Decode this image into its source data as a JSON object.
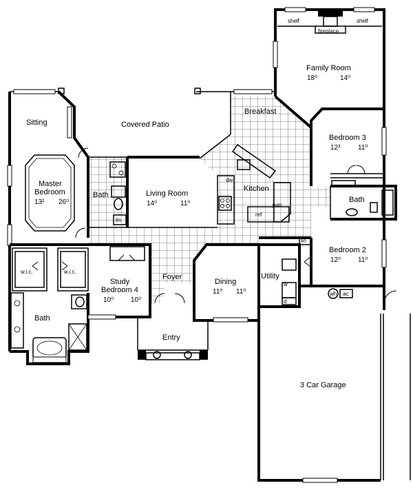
{
  "rooms": {
    "family_room": {
      "name": "Family Room",
      "dim_w": "18⁰",
      "dim_h": "14⁰"
    },
    "shelf_left": "shelf",
    "shelf_right": "shelf",
    "fireplace": "fireplace",
    "breakfast": "Breakfast",
    "bedroom3": {
      "name": "Bedroom 3",
      "dim_w": "12³",
      "dim_h": "11⁰"
    },
    "sitting": "Sitting",
    "covered_patio": "Covered Patio",
    "master_bedroom": {
      "line1": "Master",
      "line2": "Bedroom",
      "dim_w": "13²",
      "dim_h": "26⁰"
    },
    "master_bath_small": "Bath",
    "living_room": {
      "name": "Living Room",
      "dim_w": "14⁰",
      "dim_h": "11⁰"
    },
    "kitchen": "Kitchen",
    "dw": "dw",
    "pan": "pan",
    "ref": "ref",
    "lin_a": "lin",
    "lin_b": "lin",
    "bath2": "Bath",
    "bedroom2": {
      "name": "Bedroom 2",
      "dim_w": "12⁰",
      "dim_h": "11⁰"
    },
    "wic_left": "w.i.c.",
    "wic_right": "w.i.c.",
    "study": {
      "line1": "Study",
      "line2": "Bedroom 4",
      "dim_w": "10⁰",
      "dim_h": "10⁰"
    },
    "foyer": "Foyer",
    "dining": {
      "name": "Dining",
      "dim_w": "11⁰",
      "dim_h": "11⁰"
    },
    "utility": "Utility",
    "washer": "w",
    "dryer": "d",
    "wh": "wh",
    "ac": "ac",
    "master_bath": "Bath",
    "entry": "Entry",
    "garage": "3 Car Garage"
  }
}
